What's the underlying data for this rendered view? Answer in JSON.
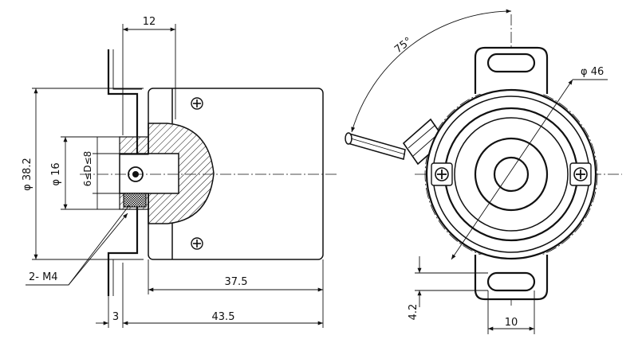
{
  "drawing": {
    "dimensions": {
      "top_width": "12",
      "outer_diameter": "φ 38.2",
      "shaft_diameter": "φ 16",
      "bore_range": "6≤D≤8",
      "thread": "2- M4",
      "flange_thickness": "3",
      "body_length": "37.5",
      "total_length": "43.5",
      "angle": "75°",
      "mount_circle": "φ 46",
      "slot_height": "4.2",
      "slot_width": "10"
    }
  }
}
